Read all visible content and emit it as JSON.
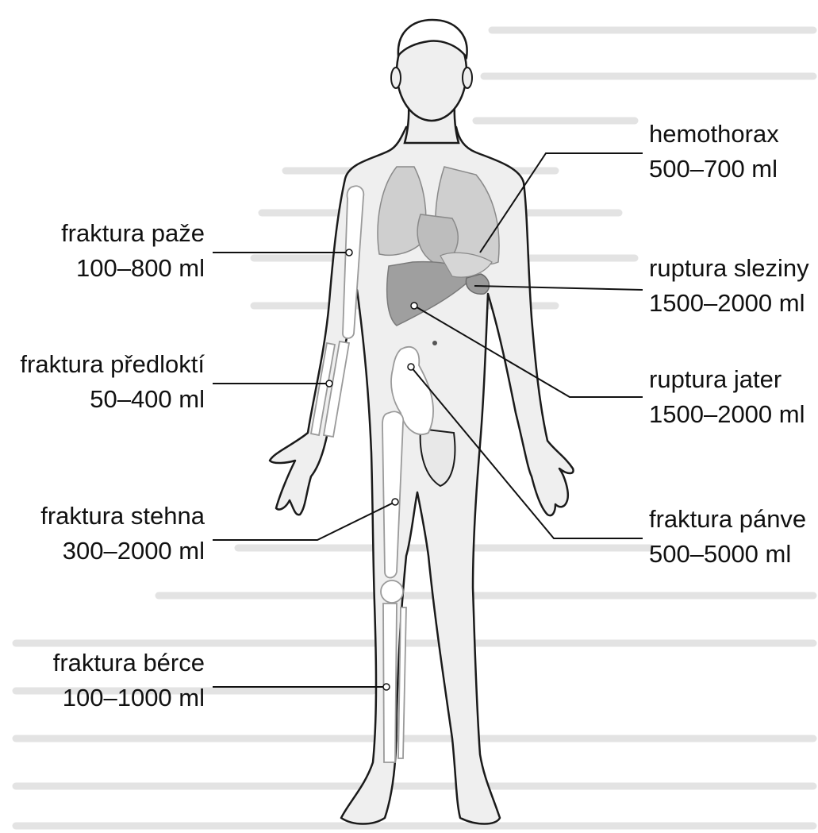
{
  "labels": [
    {
      "id": "hemothorax",
      "side": "right",
      "name": "hemothorax",
      "amount": "500–700 ml"
    },
    {
      "id": "ruptura-sleziny",
      "side": "right",
      "name": "ruptura sleziny",
      "amount": "1500–2000 ml"
    },
    {
      "id": "ruptura-jater",
      "side": "right",
      "name": "ruptura jater",
      "amount": "1500–2000 ml"
    },
    {
      "id": "fraktura-panve",
      "side": "right",
      "name": "fraktura pánve",
      "amount": "500–5000 ml"
    },
    {
      "id": "fraktura-paze",
      "side": "left",
      "name": "fraktura paže",
      "amount": "100–800 ml"
    },
    {
      "id": "fraktura-predlokti",
      "side": "left",
      "name": "fraktura předloktí",
      "amount": "50–400 ml"
    },
    {
      "id": "fraktura-stehna",
      "side": "left",
      "name": "fraktura stehna",
      "amount": "300–2000 ml"
    },
    {
      "id": "fraktura-berce",
      "side": "left",
      "name": "fraktura bérce",
      "amount": "100–1000 ml"
    }
  ],
  "colors": {
    "body_fill": "#efefef",
    "body_outline": "#1a1a1a",
    "organ_fill": "#cfcfcf",
    "organ_dark": "#9a9a9a",
    "bone_fill": "#ffffff",
    "line": "#111111",
    "bleed_text": "#dcdcdc"
  }
}
